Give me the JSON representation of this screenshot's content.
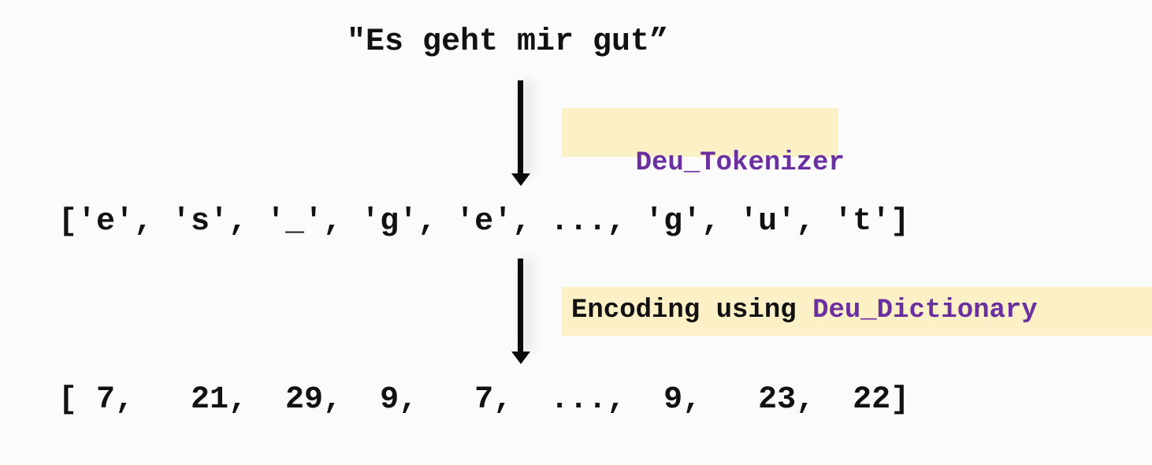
{
  "input_sentence": "\"Es geht mir gut”",
  "step1": {
    "label": "Deu_Tokenizer"
  },
  "tokens_line": "['e', 's', '_', 'g', 'e', ..., 'g', 'u', 't']",
  "step2": {
    "prefix": "Encoding using ",
    "dictionary": "Deu_Dictionary"
  },
  "ids_line": "[ 7,   21,  29,  9,   7,  ...,  9,   23,  22]",
  "colors": {
    "highlight_bg": "#fbf0c6",
    "code_name": "#6b2fa0",
    "text": "#111111",
    "background": "#fbfbfb"
  }
}
